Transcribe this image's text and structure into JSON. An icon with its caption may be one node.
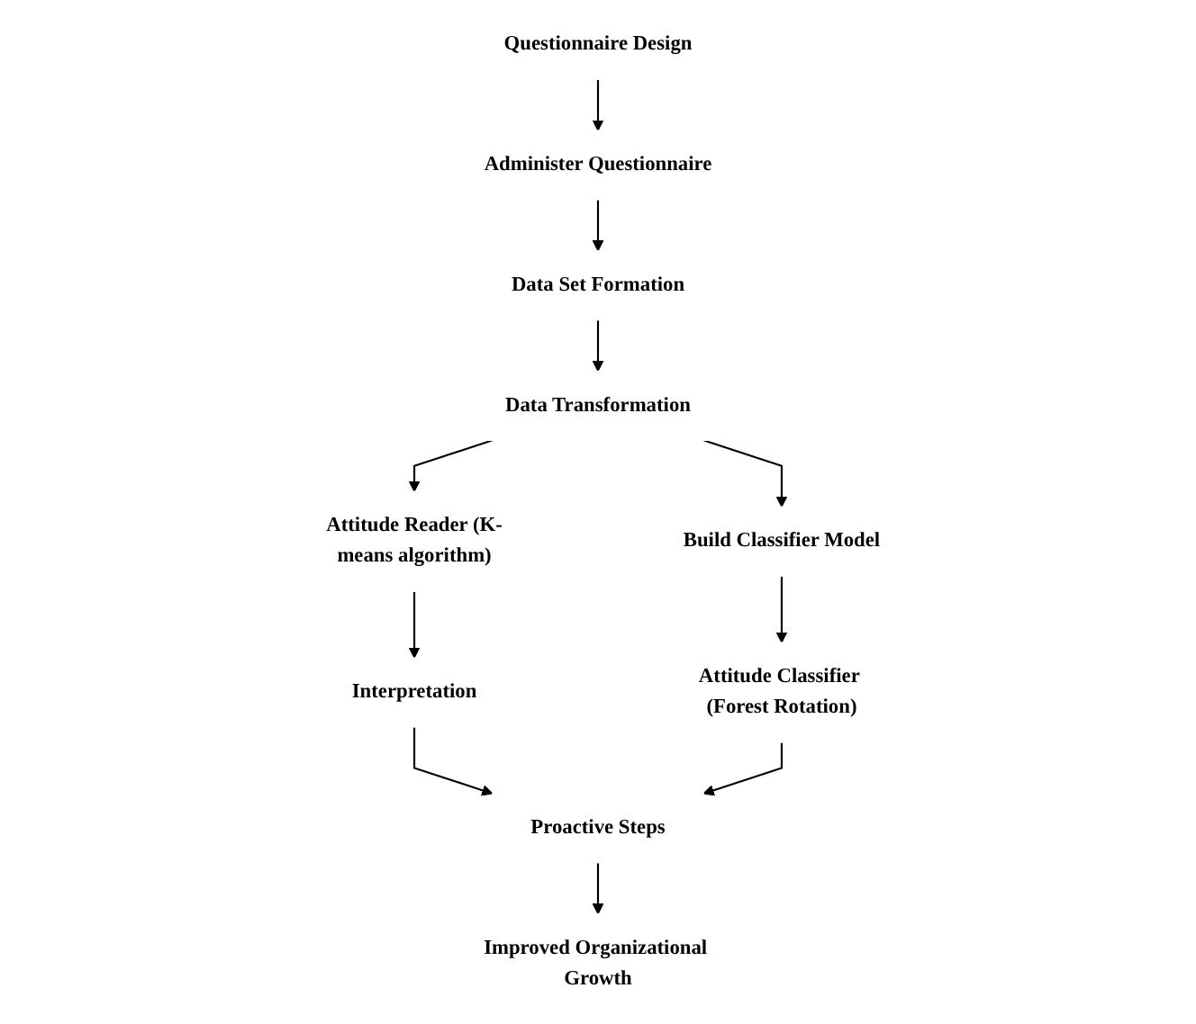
{
  "diagram": {
    "nodes": [
      {
        "text": [
          "Questionnaire Design"
        ]
      },
      {
        "text": [
          "Administer Questionnaire"
        ]
      },
      {
        "text": [
          "Data Set Formation"
        ]
      },
      {
        "text": [
          "Data Transformation"
        ]
      },
      {
        "text": [
          "Attitude Reader (K-means algorithm)"
        ]
      },
      {
        "text": [
          "Build Classifier Model"
        ]
      },
      {
        "text": [
          "Interpretation"
        ]
      },
      {
        "text": [
          "Attitude Classifier (Forest Rotation)"
        ]
      },
      {
        "text": [
          "Proactive Steps"
        ]
      },
      {
        "text": [
          "Improved Organizational Growth"
        ]
      }
    ],
    "edges": [
      {
        "from": 0,
        "to": 1,
        "arrow": "to"
      },
      {
        "from": 1,
        "to": 2,
        "arrow": "to"
      },
      {
        "from": 2,
        "to": 3,
        "arrow": "to"
      },
      {
        "from": 3,
        "to": 4,
        "arrow": "to"
      },
      {
        "from": 3,
        "to": 5,
        "arrow": "to"
      },
      {
        "from": 4,
        "to": 6,
        "arrow": "to"
      },
      {
        "from": 5,
        "to": 7,
        "arrow": "to"
      },
      {
        "from": 6,
        "to": 8,
        "arrow": "to"
      },
      {
        "from": 7,
        "to": 8,
        "arrow": "to"
      },
      {
        "from": 8,
        "to": 9,
        "arrow": "to"
      }
    ]
  }
}
